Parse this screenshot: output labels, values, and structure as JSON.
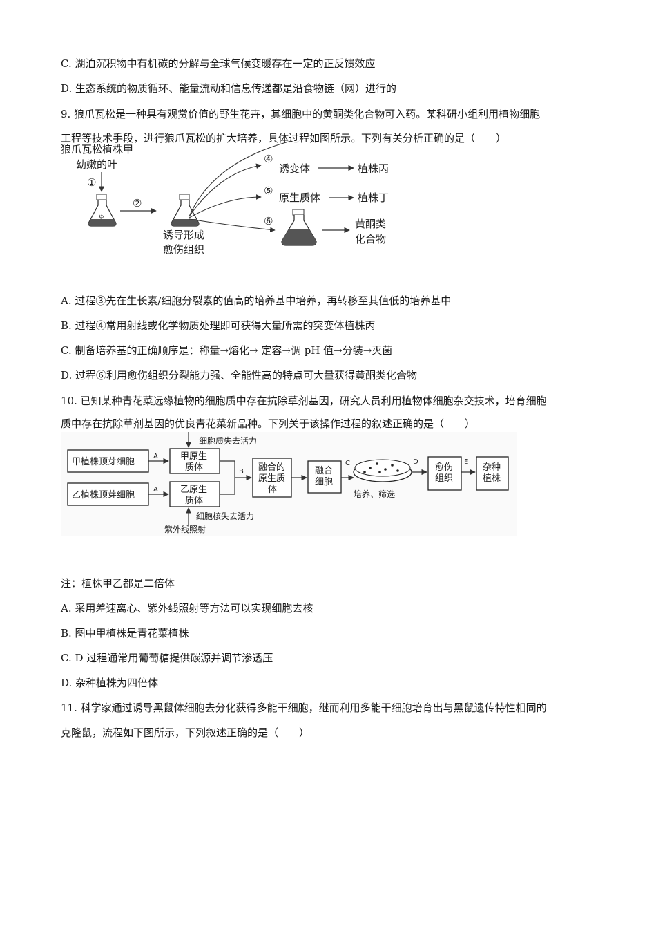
{
  "lines": {
    "c8": "C. 湖泊沉积物中有机碳的分解与全球气候变暖存在一定的正反馈效应",
    "d8": "D. 生态系统的物质循环、能量流动和信息传递都是沿食物链（网）进行的",
    "q9a": "9. 狼爪瓦松是一种具有观赏价值的野生花卉，其细胞中的黄酮类化合物可入药。某科研小组利用植物细胞",
    "q9b": "工程等技术手段，进行狼爪瓦松的扩大培养，具体过程如图所示。下列有关分析正确的是（　　）",
    "q9A": "A. 过程③先在生长素/细胞分裂素的值高的培养基中培养，再转移至其值低的培养基中",
    "q9B": "B. 过程④常用射线或化学物质处理即可获得大量所需的突变体植株丙",
    "q9C": "C. 制备培养基的正确顺序是：称量→熔化→ 定容→调  pH 值→分装→灭菌",
    "q9D": "D. 过程⑥利用愈伤组织分裂能力强、全能性高的特点可大量获得黄酮类化合物",
    "q10a": "10. 已知某种青花菜远缘植物的细胞质中存在抗除草剂基因，研究人员利用植物体细胞杂交技术，培育细胞",
    "q10b": "质中存在抗除草剂基因的优良青花菜新品种。下列关于该操作过程的叙述正确的是（　　）",
    "note": "注：植株甲乙都是二倍体",
    "q10A": "A. 采用差速离心、紫外线照射等方法可以实现细胞去核",
    "q10B": "B. 图中甲植株是青花菜植株",
    "q10C": "C. D  过程通常用葡萄糖提供碳源并调节渗透压",
    "q10D": "D. 杂种植株为四倍体",
    "q11a": "11. 科学家通过诱导黑鼠体细胞去分化获得多能干细胞，继而利用多能干细胞培育出与黑鼠遗传特性相同的",
    "q11b": "克隆鼠，流程如下图所示，下列叙述正确的是（　　）"
  },
  "fig9": {
    "source_l1": "狼爪瓦松植株甲",
    "source_l2": "幼嫩的叶",
    "step1": "①",
    "step2": "②",
    "step4": "④",
    "step5": "⑤",
    "step6": "⑥",
    "mutant": "诱变体",
    "plant_c": "植株丙",
    "protoplast": "原生质体",
    "plant_d": "植株丁",
    "callus_l1": "诱导形成",
    "callus_l2": "愈伤组织",
    "flav_l1": "黄酮类",
    "flav_l2": "化合物"
  },
  "fig10": {
    "cellA": "甲植株顶芽细胞",
    "cellB": "乙植株顶芽细胞",
    "protoA_l1": "甲原生",
    "protoA_l2": "质体",
    "protoB_l1": "乙原生",
    "protoB_l2": "质体",
    "cyto_lost": "细胞质失去活力",
    "nuc_lost": "细胞核失去活力",
    "uv": "紫外线照射",
    "fused_l1": "融合的",
    "fused_l2": "原生质",
    "fused_l3": "体",
    "fcell_l1": "融合",
    "fcell_l2": "细胞",
    "culture": "培养、筛选",
    "callus_l1": "愈伤",
    "callus_l2": "组织",
    "hybrid_l1": "杂种",
    "hybrid_l2": "植株",
    "label_a": "A",
    "label_b": "B",
    "label_c": "C",
    "label_d": "D",
    "label_e": "E"
  }
}
